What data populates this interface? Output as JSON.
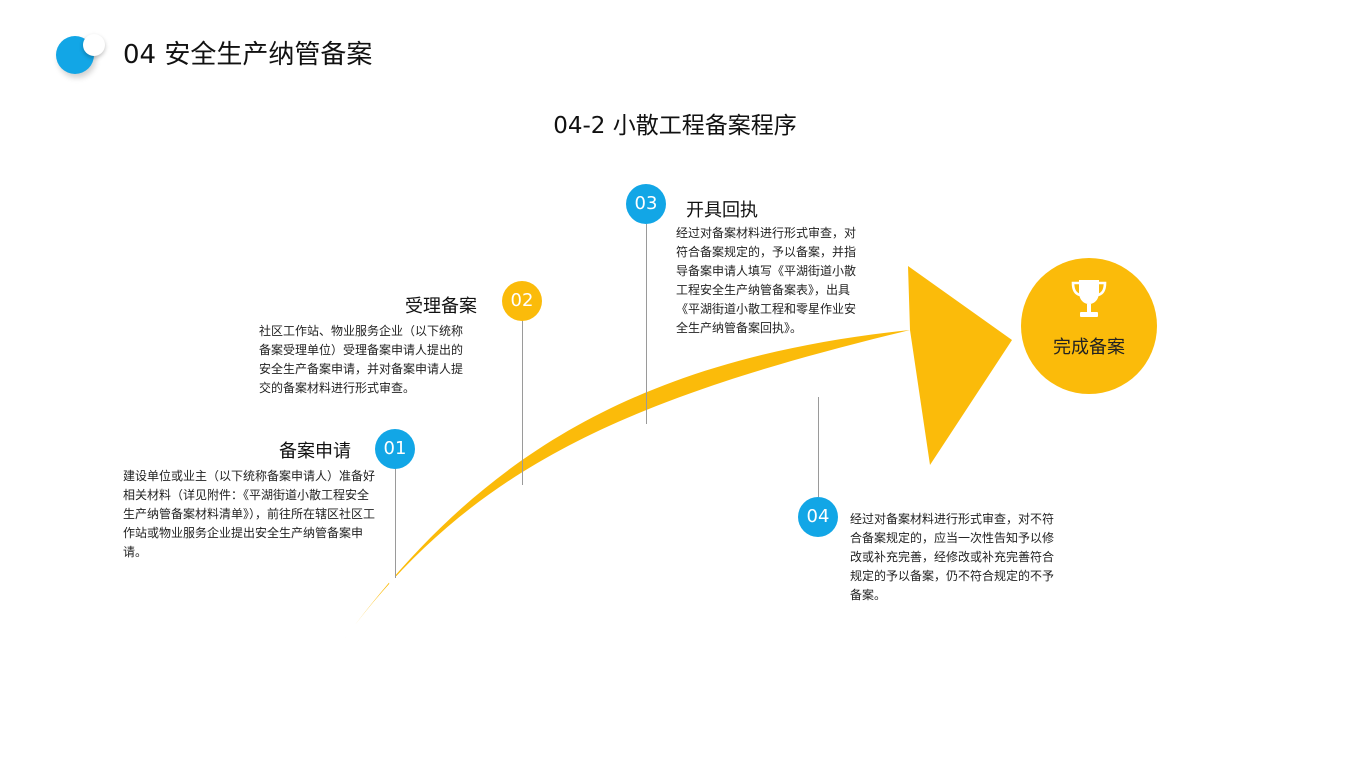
{
  "header": {
    "title": "04 安全生产纳管备案",
    "subtitle": "04-2 小散工程备案程序"
  },
  "colors": {
    "accent_blue": "#12a6e6",
    "accent_yellow": "#fbbb0a"
  },
  "steps": [
    {
      "number": "01",
      "title": "备案申请",
      "description": "建设单位或业主（以下统称备案申请人）准备好相关材料（详见附件：《平湖街道小散工程安全生产纳管备案材料清单》），前往所在辖区社区工作站或物业服务企业提出安全生产纳管备案申请。"
    },
    {
      "number": "02",
      "title": "受理备案",
      "description": "社区工作站、物业服务企业（以下统称备案受理单位）受理备案申请人提出的安全生产备案申请，并对备案申请人提交的备案材料进行形式审查。"
    },
    {
      "number": "03",
      "title": "开具回执",
      "description": "经过对备案材料进行形式审查，对符合备案规定的，予以备案，并指导备案申请人填写《平湖街道小散工程安全生产纳管备案表》，出具《平湖街道小散工程和零星作业安全生产纳管备案回执》。"
    },
    {
      "number": "04",
      "title": "",
      "description": "经过对备案材料进行形式审查，对不符合备案规定的，应当一次性告知予以修改或补充完善，经修改或补充完善符合规定的予以备案，仍不符合规定的不予备案。"
    }
  ],
  "finish": {
    "label": "完成备案",
    "icon": "trophy-icon"
  }
}
